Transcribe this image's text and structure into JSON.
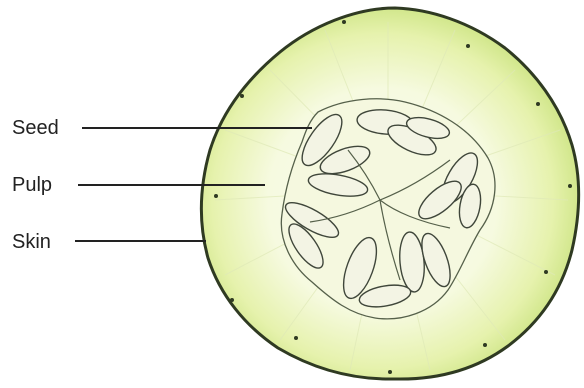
{
  "labels": {
    "seed": "Seed",
    "pulp": "Pulp",
    "skin": "Skin"
  },
  "colors": {
    "skin_outline": "#2f3a22",
    "rind_green": "#c9e27e",
    "flesh_light": "#f6fae0",
    "flesh_mid": "#e3f0a8",
    "seed_fill": "#f3f4e4",
    "seed_stroke": "#3f463a",
    "pointer_line": "#222222",
    "text": "#222222"
  },
  "icons": {
    "illustration": "cucumber-slice-icon"
  }
}
